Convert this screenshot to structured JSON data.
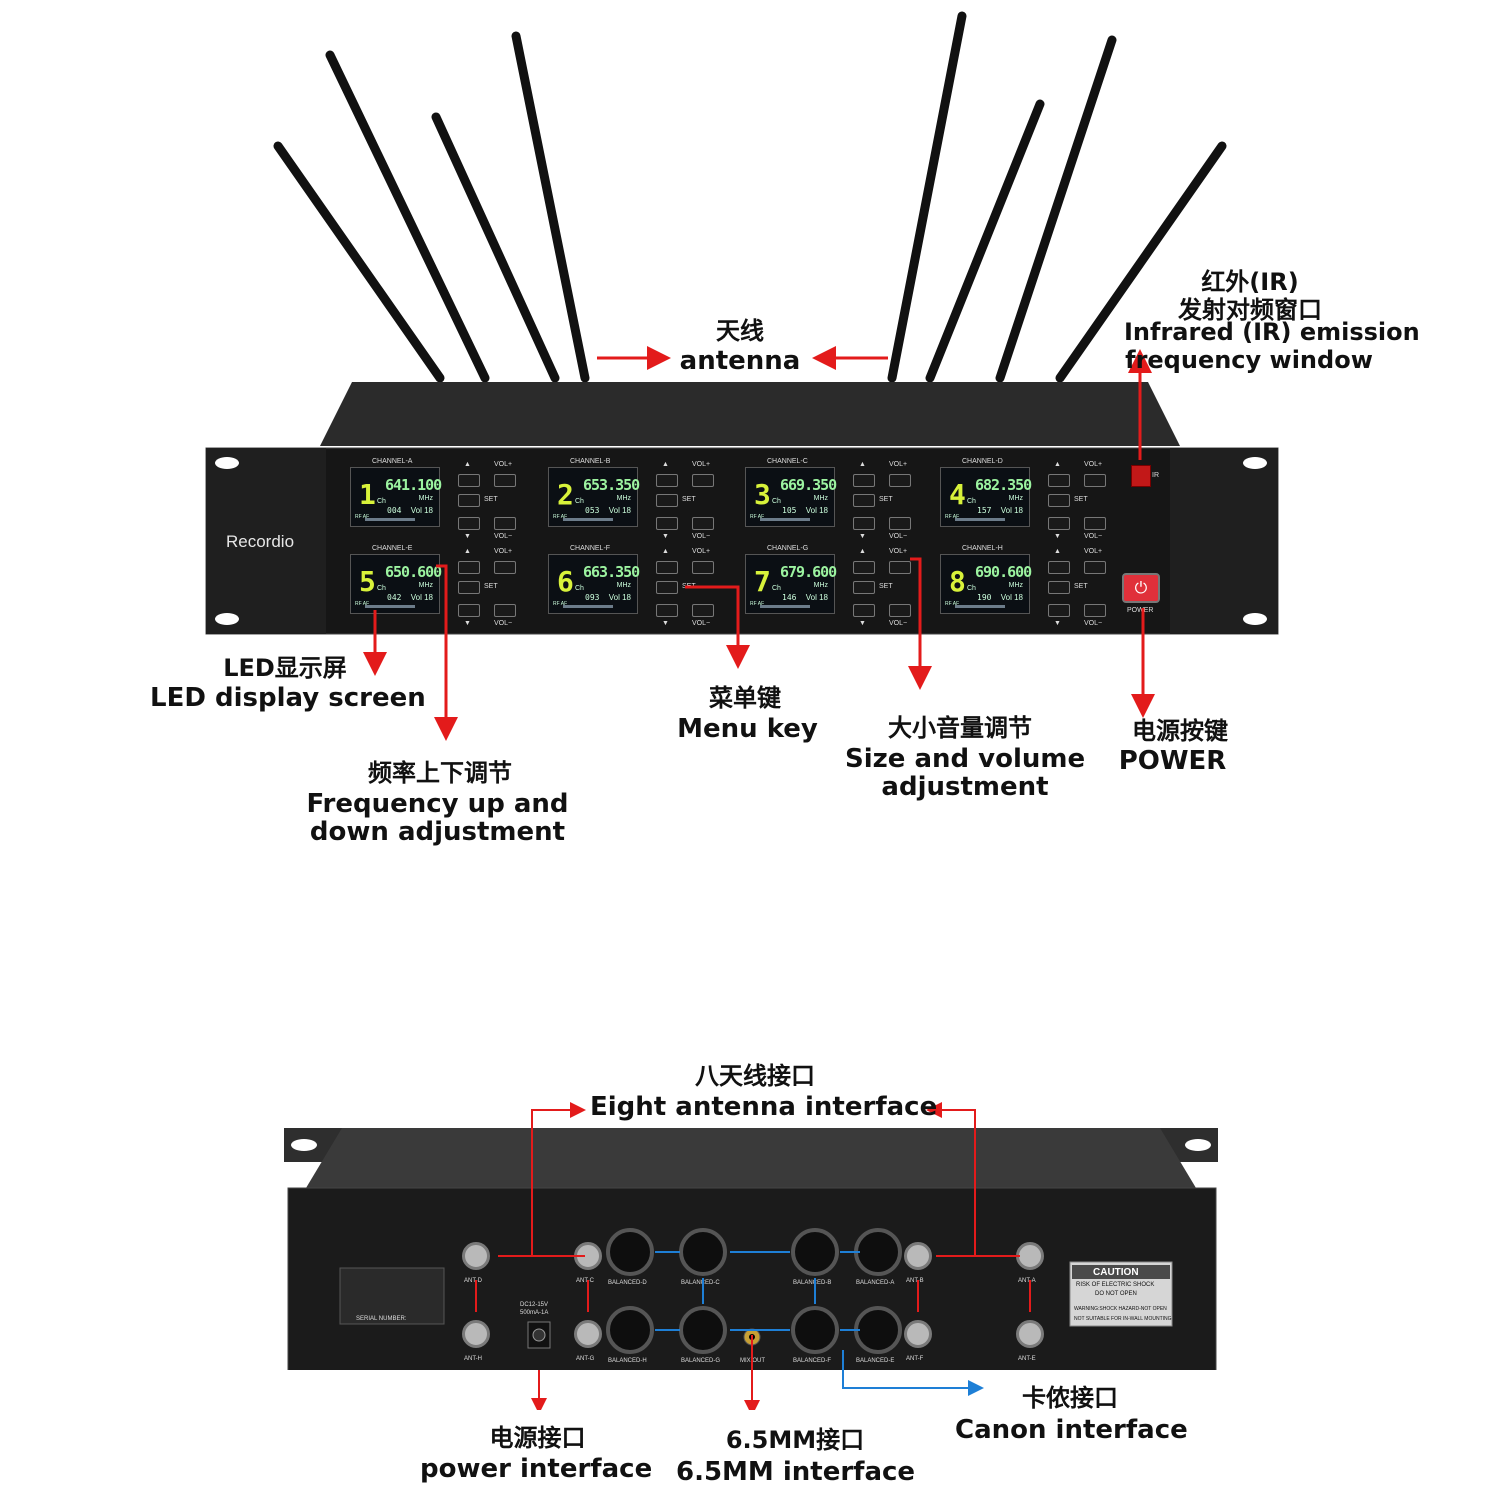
{
  "brand": "Recordio",
  "front_panel": {
    "ir_label": "IR",
    "power_label": "POWER",
    "channels": [
      {
        "name": "CHANNEL-A",
        "num": "1",
        "freq": "641.100",
        "code": "004",
        "vol": "Vol 18"
      },
      {
        "name": "CHANNEL-B",
        "num": "2",
        "freq": "653.350",
        "code": "053",
        "vol": "Vol 18"
      },
      {
        "name": "CHANNEL-C",
        "num": "3",
        "freq": "669.350",
        "code": "105",
        "vol": "Vol 18"
      },
      {
        "name": "CHANNEL-D",
        "num": "4",
        "freq": "682.350",
        "code": "157",
        "vol": "Vol 18"
      },
      {
        "name": "CHANNEL-E",
        "num": "5",
        "freq": "650.600",
        "code": "042",
        "vol": "Vol 18"
      },
      {
        "name": "CHANNEL-F",
        "num": "6",
        "freq": "663.350",
        "code": "093",
        "vol": "Vol 18"
      },
      {
        "name": "CHANNEL-G",
        "num": "7",
        "freq": "679.600",
        "code": "146",
        "vol": "Vol 18"
      },
      {
        "name": "CHANNEL-H",
        "num": "8",
        "freq": "690.600",
        "code": "190",
        "vol": "Vol 18"
      }
    ],
    "lcd_small": {
      "ch": "Ch",
      "mhz": "MHz",
      "rf_af": "RF AF"
    },
    "button_labels": {
      "vol_plus": "VOL+",
      "vol_minus": "VOL−",
      "set": "SET"
    }
  },
  "annotations": {
    "antenna": {
      "cn": "天线",
      "en": "antenna"
    },
    "ir": {
      "cn1": "红外(IR)",
      "cn2": "发射对频窗口",
      "en1": "Infrared (IR) emission",
      "en2": "frequency window"
    },
    "led": {
      "cn": "LED显示屏",
      "en": "LED display screen"
    },
    "freq": {
      "cn": "频率上下调节",
      "en1": "Frequency up and",
      "en2": "down adjustment"
    },
    "menu": {
      "cn": "菜单键",
      "en": "Menu key"
    },
    "volume": {
      "cn": "大小音量调节",
      "en1": "Size and volume",
      "en2": "adjustment"
    },
    "power": {
      "cn": "电源按键",
      "en": "POWER"
    },
    "eight_antenna": {
      "cn": "八天线接口",
      "en": "Eight antenna interface"
    },
    "power_interface": {
      "cn": "电源接口",
      "en": "power interface"
    },
    "jack": {
      "cn": "6.5MM接口",
      "en": "6.5MM interface"
    },
    "canon": {
      "cn": "卡侬接口",
      "en": "Canon interface"
    }
  },
  "rear_panel": {
    "serial_label": "SERIAL NUMBER:",
    "dc_label1": "DC12-15V",
    "dc_label2": "500mA-1A",
    "mix_out": "MIX OUT",
    "caution_title": "CAUTION",
    "caution_line1": "RISK OF ELECTRIC SHOCK",
    "caution_line2": "DO NOT OPEN",
    "caution_line3": "WARNING:SHOCK HAZARD-NOT OPEN",
    "caution_line4": "NOT SUITABLE FOR IN-WALL MOUNTING",
    "ant_top": [
      "ANT-D",
      "ANT-C",
      "ANT-B",
      "ANT-A"
    ],
    "ant_bottom": [
      "ANT-H",
      "ANT-G",
      "ANT-F",
      "ANT-E"
    ],
    "balanced_top": [
      "BALANCED-D",
      "BALANCED-C",
      "BALANCED-B",
      "BALANCED-A"
    ],
    "balanced_bottom": [
      "BALANCED-H",
      "BALANCED-G",
      "BALANCED-F",
      "BALANCED-E"
    ]
  },
  "colors": {
    "arrow_red": "#e31b1b",
    "arrow_blue": "#1e7fd6",
    "panel": "#161616"
  }
}
